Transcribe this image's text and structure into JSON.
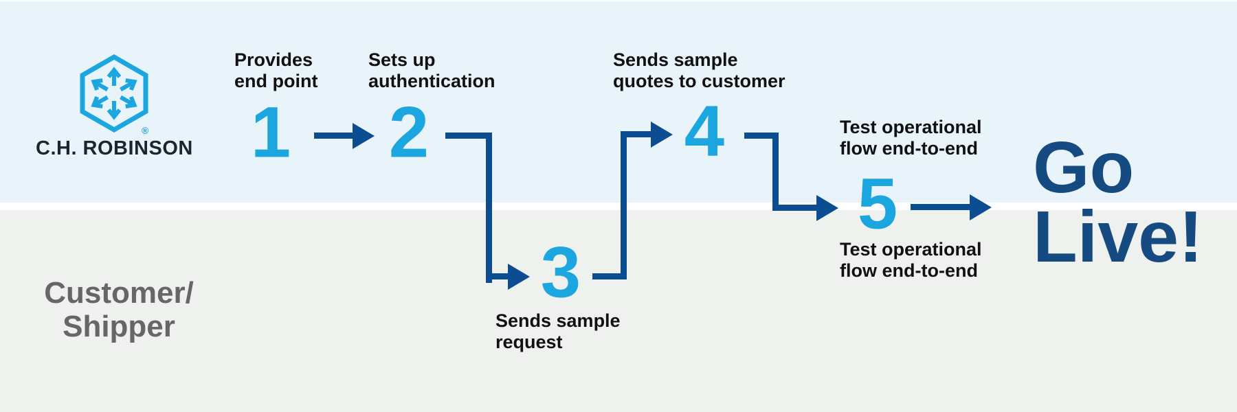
{
  "colors": {
    "accent_blue": "#1CA6E0",
    "arrow_navy": "#0C4D92",
    "golive_navy": "#164B82",
    "lane_top_bg": "#E9F3FA",
    "lane_bottom_bg": "#EFF1EF",
    "divider": "#FFFFFF",
    "label_text": "#111111",
    "customer_gray": "#666666"
  },
  "lanes": {
    "top": {
      "brand": "C.H. ROBINSON",
      "logo_icon": "ch-robinson-hexagon-arrows-logo",
      "registered_mark": "®"
    },
    "bottom": {
      "label_lines": [
        "Customer/",
        "Shipper"
      ]
    }
  },
  "steps": [
    {
      "number": "1",
      "label_position": "above",
      "label_lines": [
        "Provides",
        "end point"
      ]
    },
    {
      "number": "2",
      "label_position": "above",
      "label_lines": [
        "Sets up",
        "authentication"
      ]
    },
    {
      "number": "3",
      "label_position": "below",
      "label_lines": [
        "Sends sample",
        "request"
      ]
    },
    {
      "number": "4",
      "label_position": "above",
      "label_lines": [
        "Sends sample",
        "quotes to customer"
      ]
    },
    {
      "number": "5",
      "label_above_lines": [
        "Test operational",
        "flow end-to-end"
      ],
      "label_below_lines": [
        "Test operational",
        "flow end-to-end"
      ]
    }
  ],
  "finale": {
    "lines": [
      "Go",
      "Live!"
    ]
  }
}
